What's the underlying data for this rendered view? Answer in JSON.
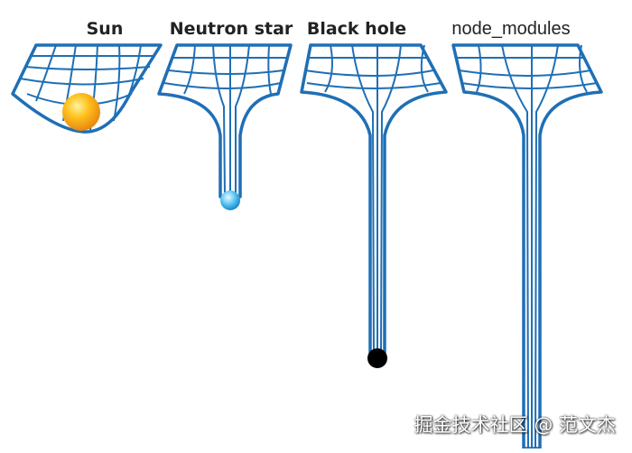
{
  "panels": [
    {
      "id": "sun",
      "label": "Sun",
      "style": "bold"
    },
    {
      "id": "neutron",
      "label": "Neutron star",
      "style": "bold"
    },
    {
      "id": "blackhole",
      "label": "Black hole",
      "style": "bold"
    },
    {
      "id": "node",
      "label": "node_modules",
      "style": "plain"
    }
  ],
  "watermark": "掘金技术社区 @ 范文杰",
  "colors": {
    "grid_line": "#1f6fb5",
    "grid_fill": "#ffffff",
    "sun_outer": "#f0a21a",
    "sun_inner": "#ffd24a",
    "neutron_outer": "#2aa8e8",
    "neutron_inner": "#bfeaff",
    "black_hole": "#000000"
  }
}
